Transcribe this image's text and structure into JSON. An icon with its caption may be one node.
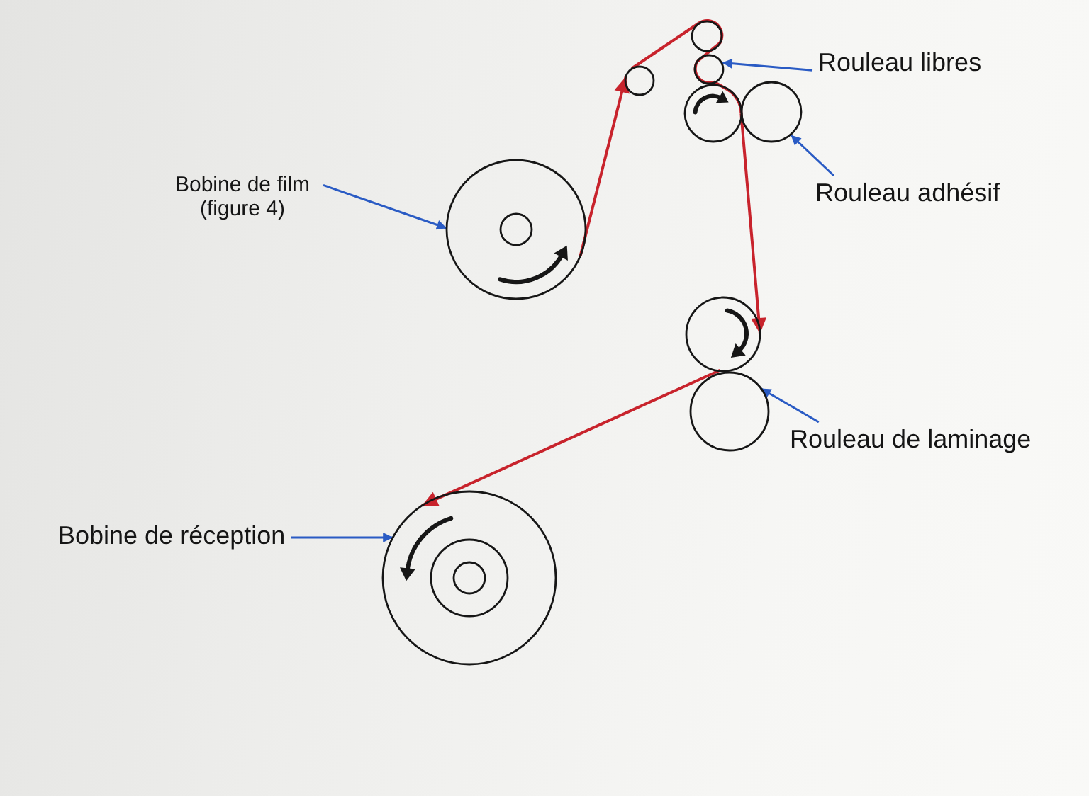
{
  "diagram": {
    "nodes": [
      {
        "text": [],
        "shape": "circle"
      },
      {
        "text": [],
        "shape": "circle"
      },
      {
        "text": [],
        "shape": "circle"
      },
      {
        "text": [
          "Rouleau libres"
        ]
      },
      {
        "text": [],
        "shape": "circle"
      },
      {
        "text": [],
        "shape": "circle"
      },
      {
        "text": [
          "Rouleau adhésif"
        ]
      },
      {
        "text": [
          "Bobine de film (figure 4)"
        ]
      },
      {
        "text": [],
        "shape": "circle"
      },
      {
        "text": [],
        "shape": "circle"
      },
      {
        "text": [],
        "shape": "circle"
      },
      {
        "text": [
          "Rouleau de laminage"
        ]
      },
      {
        "text": [
          "Bobine de réception"
        ]
      },
      {
        "text": [],
        "shape": "circle"
      }
    ],
    "edges": [
      {
        "from": 8,
        "to": 1,
        "arrow": "to"
      },
      {
        "from": 1,
        "to": 0,
        "arrow": "none"
      },
      {
        "from": 0,
        "to": 2,
        "arrow": "none"
      },
      {
        "from": 2,
        "to": 4,
        "arrow": "none"
      },
      {
        "from": 4,
        "to": 9,
        "arrow": "to"
      },
      {
        "from": 9,
        "to": 13,
        "arrow": "to"
      },
      {
        "from": 7,
        "to": 8,
        "arrow": "to",
        "color": "#2a5bc4"
      },
      {
        "from": 3,
        "to": 2,
        "arrow": "to",
        "color": "#2a5bc4"
      },
      {
        "from": 6,
        "to": 5,
        "arrow": "to",
        "color": "#2a5bc4"
      },
      {
        "from": 11,
        "to": 10,
        "arrow": "to",
        "color": "#2a5bc4"
      },
      {
        "from": 12,
        "to": 13,
        "arrow": "to",
        "color": "#2a5bc4"
      }
    ]
  }
}
